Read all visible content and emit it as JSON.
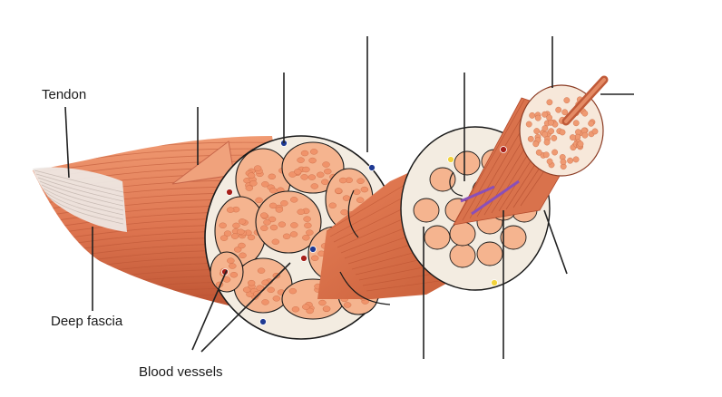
{
  "labels": {
    "tendon": "Tendon",
    "deep_fascia": "Deep fascia",
    "blood_vessels": "Blood vessels"
  },
  "colors": {
    "muscle": "#e07a55",
    "muscle_dark": "#b24a2c",
    "muscle_light": "#f2a886",
    "fascicle_fill": "#f5b48f",
    "fiber": "#f0936a",
    "connective": "#f3ece1",
    "tendon": "#eae5e2",
    "vessel_blue": "#1f3a93",
    "vessel_red": "#a8201a",
    "nerve_yellow": "#f2d33b",
    "myofibril_purple": "#8a4fb8",
    "leader": "#222222"
  }
}
